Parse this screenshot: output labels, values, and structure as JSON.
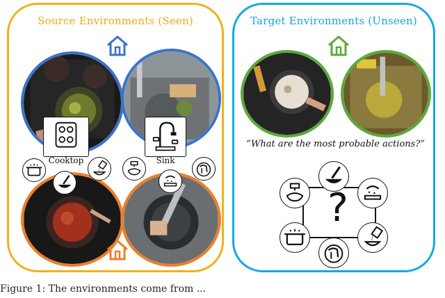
{
  "source": {
    "title": "Source Environments (Seen)",
    "labels": {
      "cooktop": "Cooktop",
      "sink": "Sink"
    },
    "colors": {
      "border": "#f2b01e",
      "title": "#f0a818",
      "house_top": "#3b73c8",
      "house_bottom": "#ec7f2c"
    }
  },
  "target": {
    "title": "Target Environments (Unseen)",
    "question": "“What are the most probable actions?”",
    "center_symbol": "?",
    "colors": {
      "border": "#16a9e0",
      "title": "#1aa3d8",
      "house": "#5aaa3c"
    }
  },
  "caption": "Figure 1: The environments come from ..."
}
